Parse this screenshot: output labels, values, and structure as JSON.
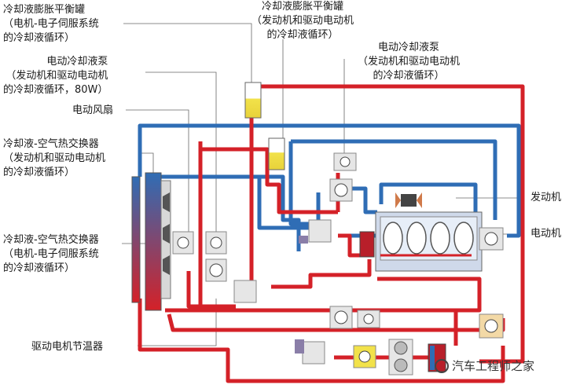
{
  "labels": {
    "tank_motor": "冷却液膨胀平衡罐\n（电机-电子伺服系统\n的冷却液循环）",
    "tank_engine": "冷却液膨胀平衡罐\n（发动机和驱动电动机\n的冷却液循环）",
    "pump_engine": "电动冷却液泵\n（发动机和驱动电动机\n的冷却液循环）",
    "pump_left": "电动冷却液泵\n（发动机和驱动电动机\n的冷却液循环，80W）",
    "fan": "电动风扇",
    "radiator_top": "冷却液-空气热交换器\n（发动机和驱动电动机\n的冷却液循环）",
    "radiator_bottom": "冷却液-空气热交换器\n（电机-电子伺服系统\n的冷却液循环）",
    "thermostat": "驱动电机节温器",
    "engine": "发动机",
    "motor": "电动机"
  },
  "watermark": "汽车工程师之家",
  "colors": {
    "hot": "#d42128",
    "cold": "#2f6db5",
    "tank": "#f2e24a"
  }
}
